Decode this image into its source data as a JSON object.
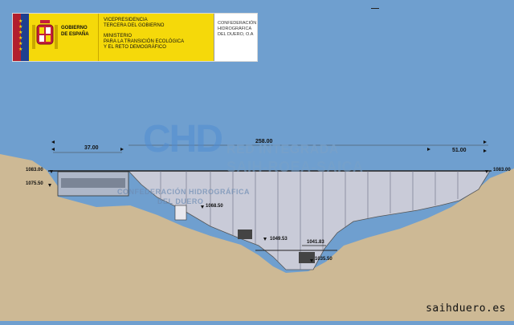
{
  "header": {
    "government": [
      "GOBIERNO",
      "DE ESPAÑA"
    ],
    "vicepresidency": [
      "VICEPRESIDENCIA",
      "TERCERA DEL GOBIERNO"
    ],
    "ministry": [
      "MINISTERIO",
      "PARA LA TRANSICIÓN ECOLÓGICA",
      "Y EL RETO DEMOGRÁFICO"
    ],
    "agency": [
      "CONFEDERACIÓN",
      "HIDROGRÁFICA",
      "DEL DUERO, O.A"
    ]
  },
  "watermark": {
    "logo": "CHD",
    "line1": "RED INTEGRADA",
    "line2": "SAIH-ROEA-SAICA",
    "agency_lines": [
      "CONFEDERACIÓN HIDROGRÁFICA",
      "DEL DUERO"
    ]
  },
  "dimensions": {
    "left_width": "37.00",
    "crest_length": "258.00",
    "right_width": "51.00"
  },
  "elevations": {
    "left_crest": "1083.00",
    "right_crest": "1083.00",
    "left_reservoir": "1075.50",
    "intake": "1068.50",
    "outlet_1": "1049.53",
    "outlet_2": "1041.83",
    "base": "1035.50"
  },
  "footer": {
    "site": "saihduero.es"
  },
  "colors": {
    "sky": "#6f9fcf",
    "ground": "#cdb995",
    "dam_body": "#c9cbd8",
    "water": "#9aa9c2"
  }
}
